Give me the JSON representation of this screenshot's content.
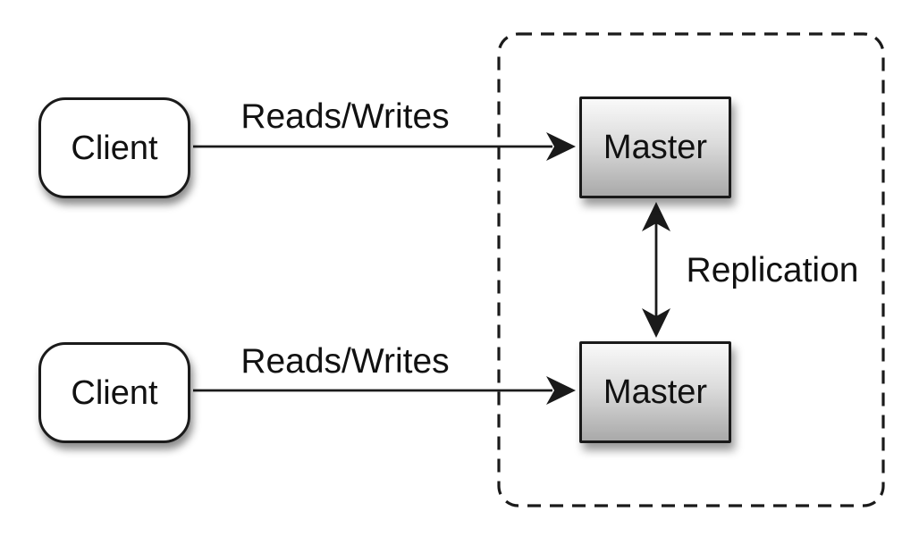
{
  "diagram": {
    "type": "architecture-diagram",
    "description": "Master-master replication topology",
    "colors": {
      "background": "#ffffff",
      "stroke": "#1a1a1a",
      "text": "#111111",
      "client_fill": "#ffffff",
      "master_gradient_top": "#f9f9f9",
      "master_gradient_bottom": "#a9a9a9"
    },
    "nodes": [
      {
        "id": "client-1",
        "label": "Client"
      },
      {
        "id": "client-2",
        "label": "Client"
      },
      {
        "id": "master-1",
        "label": "Master"
      },
      {
        "id": "master-2",
        "label": "Master"
      }
    ],
    "edges": [
      {
        "id": "client1-to-master1",
        "label": "Reads/Writes",
        "direction": "one-way"
      },
      {
        "id": "client2-to-master2",
        "label": "Reads/Writes",
        "direction": "one-way"
      },
      {
        "id": "master1-to-master2",
        "label": "Replication",
        "direction": "two-way"
      }
    ],
    "zones": [
      {
        "id": "replication-zone",
        "style": "dashed-rounded-rect"
      }
    ]
  }
}
